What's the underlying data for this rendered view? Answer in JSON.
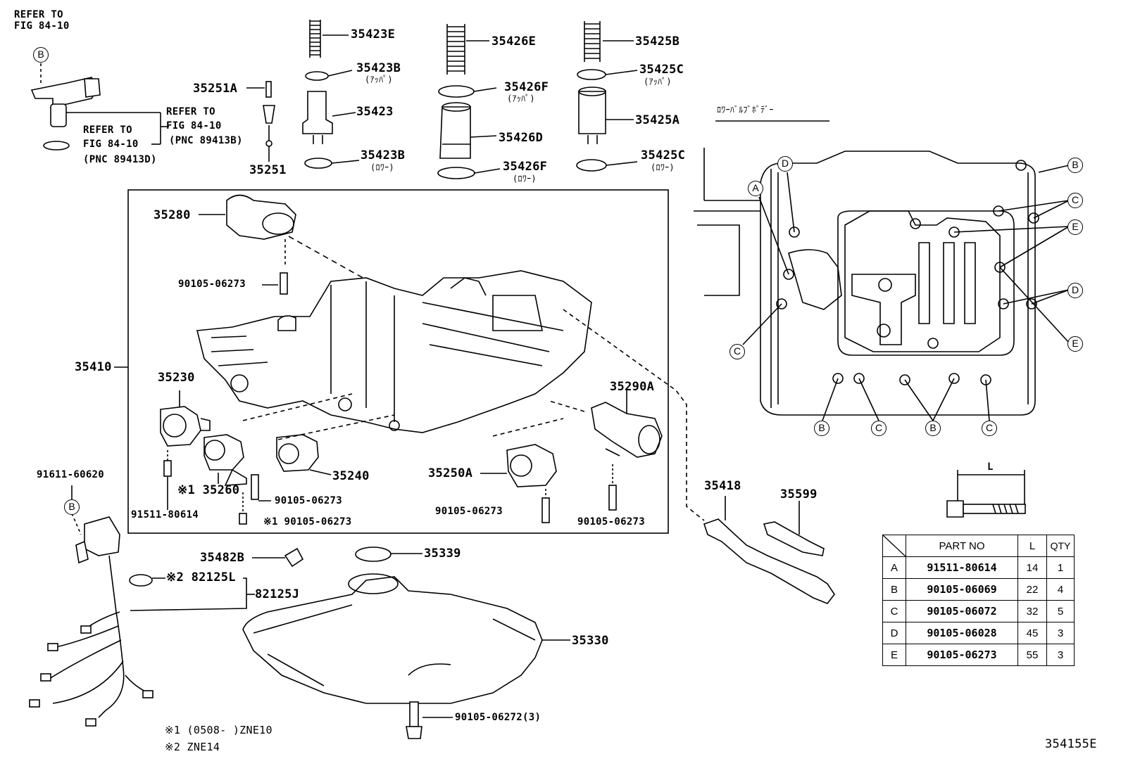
{
  "labels": {
    "refer_top": "REFER TO",
    "refer_top_fig": "FIG 84-10",
    "refer_mid": "REFER TO",
    "refer_mid_fig": "FIG 84-10",
    "refer_mid_pnc": "(PNC 89413B)",
    "refer_low": "REFER TO",
    "refer_low_fig": "FIG 84-10",
    "refer_low_pnc": "(PNC 89413D)",
    "p35423E": "35423E",
    "p35423B_u": "35423B",
    "p35423B_u_note": "(ｱｯﾊﾟ)",
    "p35423": "35423",
    "p35423B_l": "35423B",
    "p35423B_l_note": "(ﾛﾜｰ)",
    "p35426E": "35426E",
    "p35426F_u": "35426F",
    "p35426F_u_note": "(ｱｯﾊﾟ)",
    "p35426D": "35426D",
    "p35426F_l": "35426F",
    "p35426F_l_note": "(ﾛﾜｰ)",
    "p35425B": "35425B",
    "p35425C_u": "35425C",
    "p35425C_u_note": "(ｱｯﾊﾟ)",
    "p35425A": "35425A",
    "p35425C_l": "35425C",
    "p35425C_l_note": "(ﾛﾜｰ)",
    "p35251A": "35251A",
    "p35251": "35251",
    "lower_valve_body": "ﾛﾜｰﾊﾞﾙﾌﾞﾎﾞﾃﾞｰ",
    "p35280": "35280",
    "p90105_06273_a": "90105-06273",
    "p35410": "35410",
    "p35230": "35230",
    "p35290A": "35290A",
    "p35240": "35240",
    "p35250A": "35250A",
    "p35260": "※1 35260",
    "p90105_06273_b": "90105-06273",
    "p91511_80614": "91511-80614",
    "p90105_06273_c": "※1 90105-06273",
    "p90105_06273_d": "90105-06273",
    "p90105_06273_e": "90105-06273",
    "p91611_60620": "91611-60620",
    "p35482B": "35482B",
    "p35339": "35339",
    "p82125L": "※2 82125L",
    "p82125J": "82125J",
    "p35330": "35330",
    "p90105_06272": "90105-06272(3)",
    "p35418": "35418",
    "p35599": "35599",
    "dim_L": "L",
    "note1": "※1 (0508-        )ZNE10",
    "note2": "※2 ZNE14",
    "fig_code": "354155E"
  },
  "callouts": {
    "B": "B",
    "C": "C",
    "D": "D",
    "E": "E",
    "A": "A"
  },
  "spec_table": {
    "header_part": "PART NO",
    "header_l": "L",
    "header_qty": "QTY",
    "rows": [
      {
        "key": "A",
        "part": "91511-80614",
        "l": "14",
        "qty": "1"
      },
      {
        "key": "B",
        "part": "90105-06069",
        "l": "22",
        "qty": "4"
      },
      {
        "key": "C",
        "part": "90105-06072",
        "l": "32",
        "qty": "5"
      },
      {
        "key": "D",
        "part": "90105-06028",
        "l": "45",
        "qty": "3"
      },
      {
        "key": "E",
        "part": "90105-06273",
        "l": "55",
        "qty": "3"
      }
    ]
  }
}
